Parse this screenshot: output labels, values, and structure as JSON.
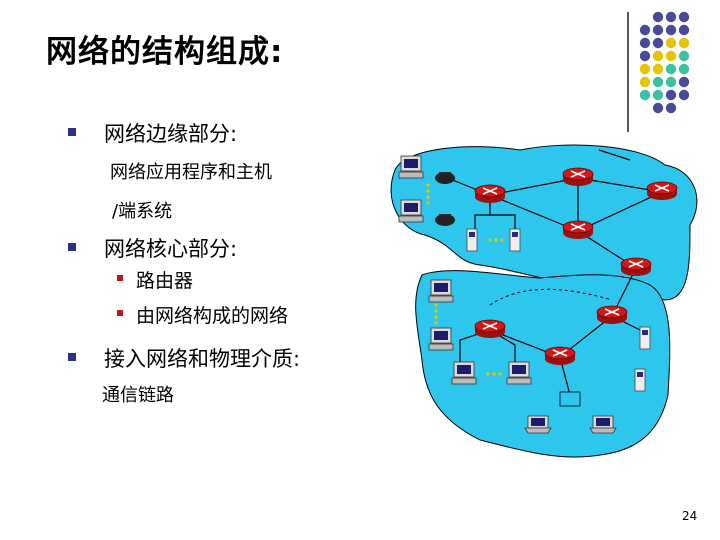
{
  "title": "网络的结构组成:",
  "bullets": {
    "b1": "网络边缘部分:",
    "b1_sub1": "网络应用程序和主机",
    "b1_sub2": "/端系统",
    "b2": "网络核心部分:",
    "b2_item1": "路由器",
    "b2_item2": "由网络构成的网络",
    "b3": "接入网络和物理介质:",
    "b3_sub": "通信链路"
  },
  "page_number": "24",
  "colors": {
    "cloud": "#2fc6ee",
    "bullet_blue": "#2e2e8c",
    "bullet_red": "#b31c1c",
    "router_red": "#d01818",
    "dot_purple": "#4a4a9a",
    "dot_yellow": "#e8c400",
    "dot_teal": "#3cc2a2"
  }
}
